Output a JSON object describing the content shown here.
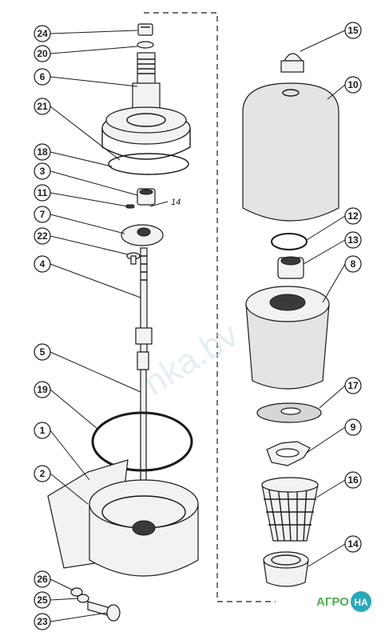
{
  "callouts": {
    "c24": "24",
    "c20": "20",
    "c6": "6",
    "c21": "21",
    "c18": "18",
    "c3": "3",
    "c11": "11",
    "c7": "7",
    "c22": "22",
    "c4": "4",
    "c5": "5",
    "c19": "19",
    "c1": "1",
    "c2": "2",
    "c26": "26",
    "c25": "25",
    "c23": "23",
    "c15": "15",
    "c10": "10",
    "c12": "12",
    "c13": "13",
    "c8": "8",
    "c17": "17",
    "c9": "9",
    "c16": "16",
    "c14": "14",
    "inline14": "14"
  },
  "watermark": "nka.bv",
  "logo": {
    "left": "АГРО",
    "right": "НА",
    "color_green": "#4caf50",
    "color_teal": "#2aa8b8"
  },
  "colors": {
    "ink": "#1a1a1a",
    "paper": "#ffffff"
  }
}
